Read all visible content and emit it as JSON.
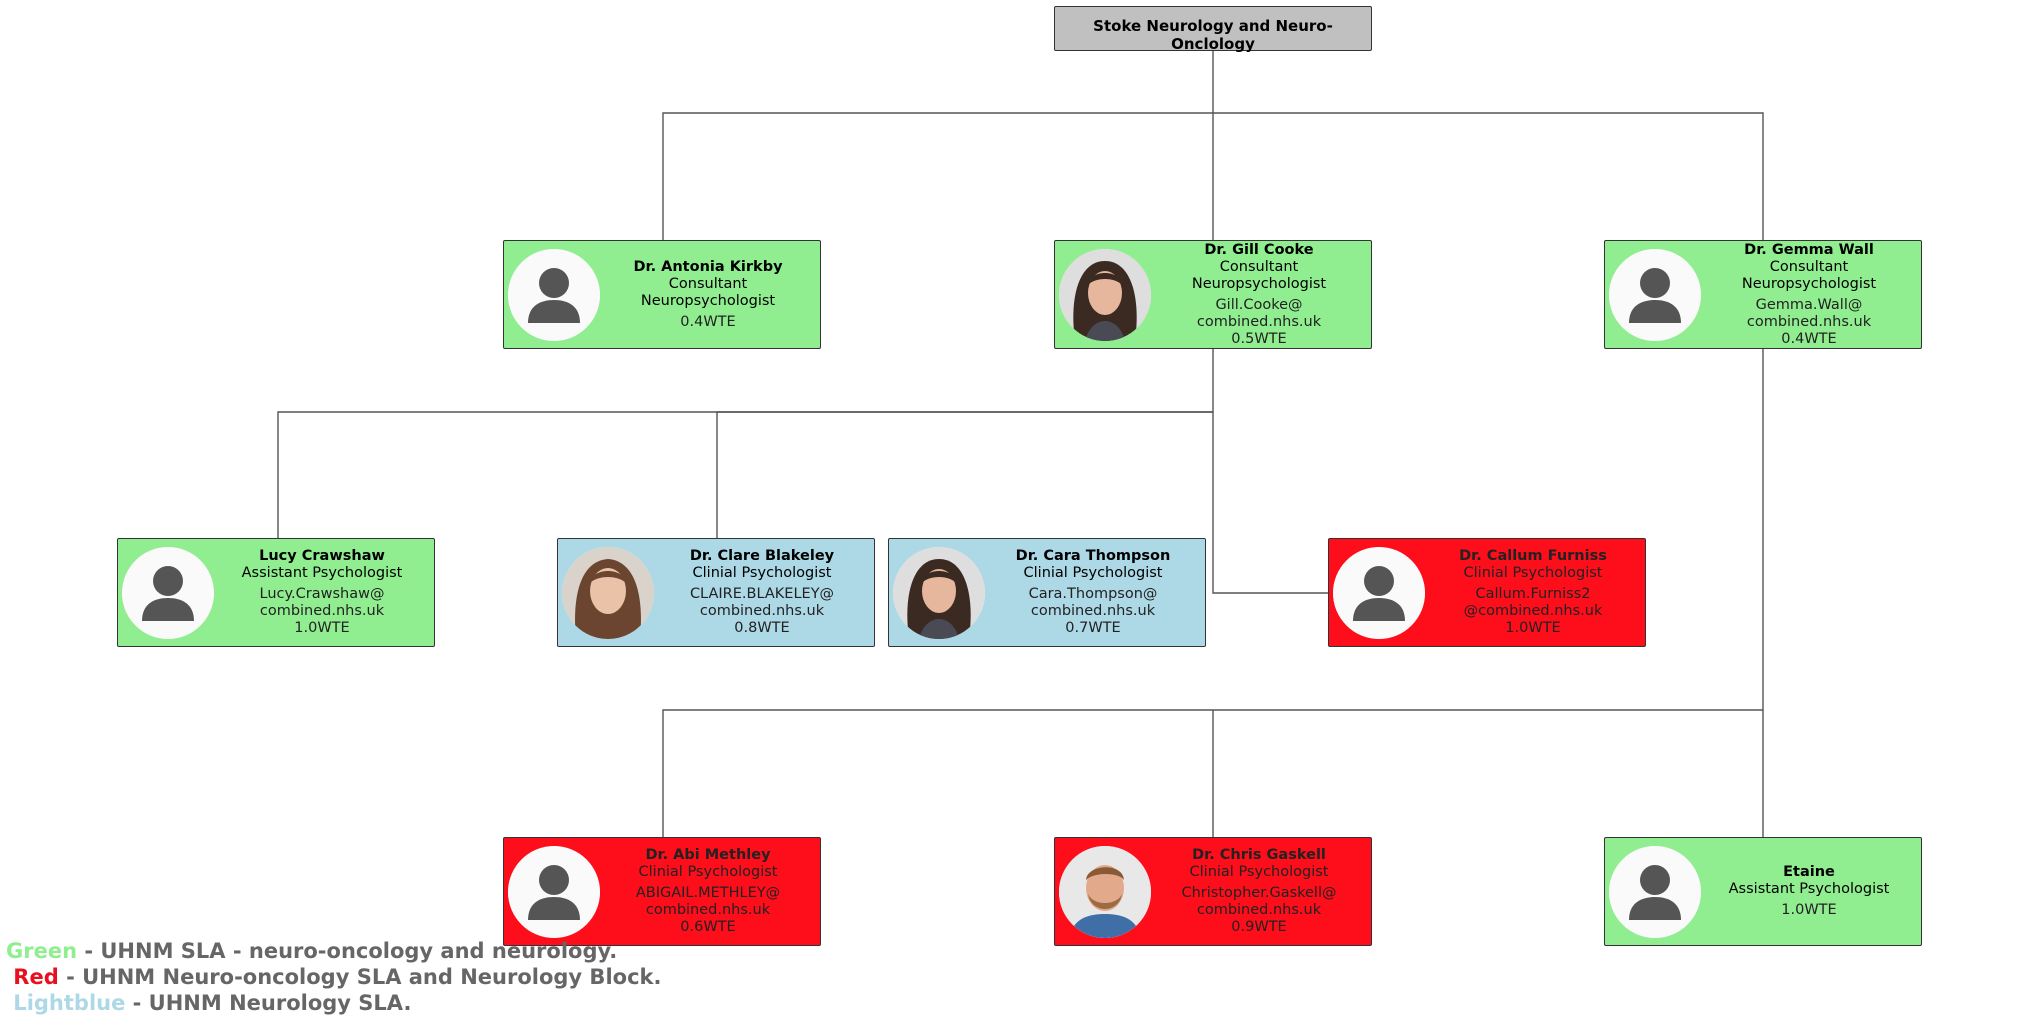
{
  "colors": {
    "green": "#90ee90",
    "red": "#fe0d1b",
    "lightblue": "#add8e6",
    "root": "#c0c0c0",
    "connector": "#555555"
  },
  "root": {
    "title": "Stoke Neurology and Neuro-Onclology"
  },
  "nodes": [
    {
      "id": "kirkby",
      "color": "green",
      "photo": "avatar-placeholder-icon",
      "name": "Dr. Antonia Kirkby",
      "role": "Consultant Neuropsychologist",
      "email1": "",
      "email2": "",
      "wte": "0.4WTE"
    },
    {
      "id": "cooke",
      "color": "green",
      "photo": "portrait-photo-woman-dark-hair",
      "name": "Dr. Gill Cooke",
      "role": "Consultant Neuropsychologist",
      "email1": "Gill.Cooke@",
      "email2": "combined.nhs.uk",
      "wte": "0.5WTE"
    },
    {
      "id": "wall",
      "color": "green",
      "photo": "avatar-placeholder-icon",
      "name": "Dr. Gemma Wall",
      "role": "Consultant Neuropsychologist",
      "email1": "Gemma.Wall@",
      "email2": "combined.nhs.uk",
      "wte": "0.4WTE"
    },
    {
      "id": "crawshaw",
      "color": "green",
      "photo": "avatar-placeholder-icon",
      "name": "Lucy Crawshaw",
      "role": "Assistant Psychologist",
      "email1": "Lucy.Crawshaw@",
      "email2": "combined.nhs.uk",
      "wte": "1.0WTE"
    },
    {
      "id": "blakeley",
      "color": "lightblue",
      "photo": "portrait-photo-woman-brown-hair",
      "name": "Dr. Clare Blakeley",
      "role": "Clinial Psychologist",
      "email1": "CLAIRE.BLAKELEY@",
      "email2": "combined.nhs.uk",
      "wte": "0.8WTE"
    },
    {
      "id": "thompson",
      "color": "lightblue",
      "photo": "portrait-photo-woman-dark-hair",
      "name": "Dr. Cara Thompson",
      "role": "Clinial Psychologist",
      "email1": "Cara.Thompson@",
      "email2": "combined.nhs.uk",
      "wte": "0.7WTE"
    },
    {
      "id": "furniss",
      "color": "red",
      "photo": "avatar-placeholder-icon",
      "name": "Dr. Callum Furniss",
      "role": "Clinial Psychologist",
      "email1": "Callum.Furniss2",
      "email2": "@combined.nhs.uk",
      "wte": "1.0WTE"
    },
    {
      "id": "methley",
      "color": "red",
      "photo": "avatar-placeholder-icon",
      "name": "Dr. Abi Methley",
      "role": "Clinial Psychologist",
      "email1": "ABIGAIL.METHLEY@",
      "email2": "combined.nhs.uk",
      "wte": "0.6WTE"
    },
    {
      "id": "gaskell",
      "color": "red",
      "photo": "portrait-photo-man-beard",
      "name": "Dr. Chris Gaskell",
      "role": "Clinial Psychologist",
      "email1": "Christopher.Gaskell@",
      "email2": "combined.nhs.uk",
      "wte": "0.9WTE"
    },
    {
      "id": "etaine",
      "color": "green",
      "photo": "avatar-placeholder-icon",
      "name": "Etaine",
      "role": "Assistant Psychologist",
      "email1": "",
      "email2": "",
      "wte": "1.0WTE"
    }
  ],
  "legend": [
    {
      "key": "Green",
      "color": "green",
      "text": " - UHNM SLA - neuro-oncology and neurology."
    },
    {
      "key": " Red",
      "color": "red",
      "text": " - UHNM Neuro-oncology SLA and Neurology Block."
    },
    {
      "key": " Lightblue",
      "color": "lightblue",
      "text": " - UHNM Neurology SLA."
    }
  ]
}
